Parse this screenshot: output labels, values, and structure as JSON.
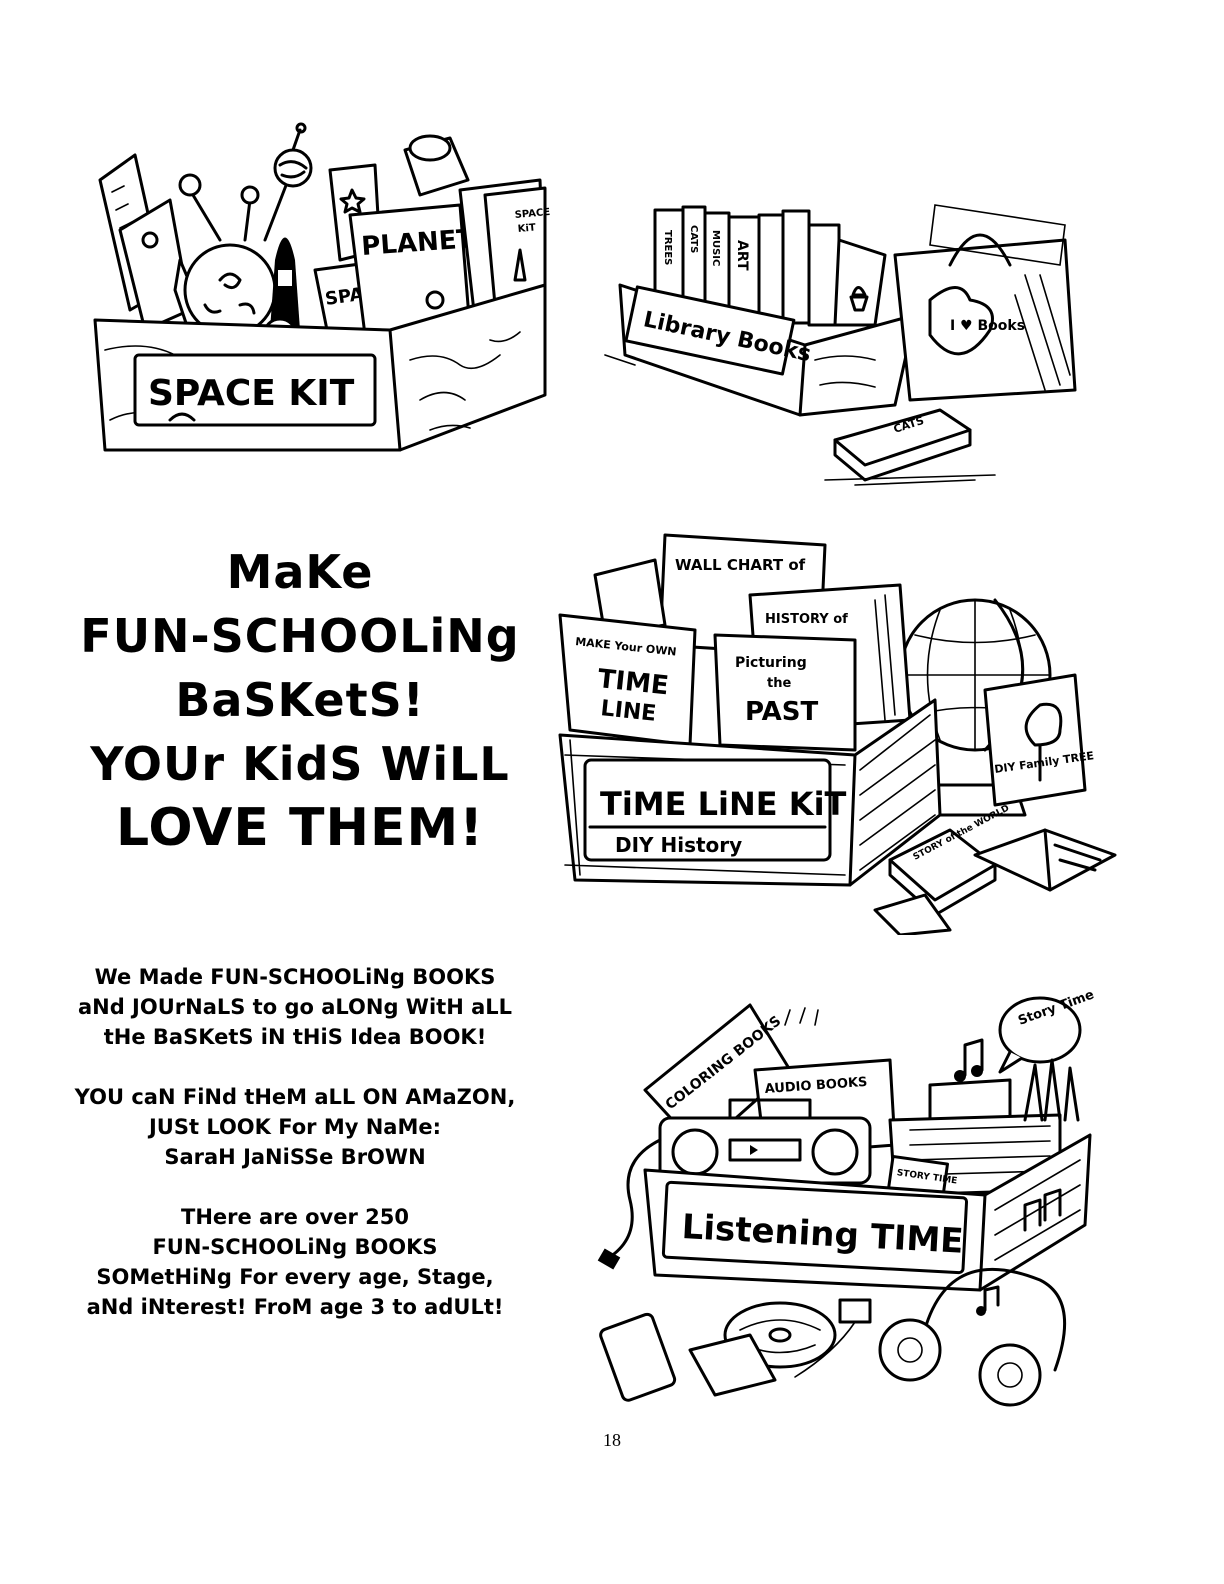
{
  "illustrations": {
    "space_kit": {
      "label": "SPACE KIT",
      "book_planet": "PLANET",
      "book_space": "SPACE",
      "book_space_kit_line1": "SPACE",
      "book_space_kit_line2": "KiT"
    },
    "library_books": {
      "label": "Library Books",
      "spine_1": "TREES",
      "spine_2": "CATS",
      "spine_3": "MUSIC",
      "spine_4": "ART",
      "bag_text": "I ♥ Books",
      "small_book": "CATS"
    },
    "time_line_kit": {
      "label_line1": "TiME LiNE KiT",
      "label_line2": "DIY History",
      "book_wall_chart": "WALL CHART of",
      "book_history": "HISTORY of",
      "book_make_line1": "MAKE Your OWN",
      "book_make_line2": "TIME",
      "book_make_line3": "LINE",
      "book_picturing_line1": "Picturing",
      "book_picturing_line2": "the",
      "book_picturing_line3": "PAST",
      "book_family_tree": "DIY Family TREE",
      "book_story_world": "STORY of the WORLD"
    },
    "listening_time": {
      "label": "Listening TIME",
      "book_coloring": "COLORING BOOKS",
      "book_audio": "AUDIO BOOKS",
      "card_story_time": "STORY TIME",
      "bubble_story_time": "Story Time"
    }
  },
  "headline": {
    "line1": "MaKe",
    "line2": "FUN-SCHOOLiNg",
    "line3": "BaSKetS!",
    "line4": "YOUr KidS WiLL",
    "line5": "LOVE THEM!"
  },
  "body": {
    "p1_line1": "We Made FUN-SCHOOLiNg BOOKS",
    "p1_line2": "aNd JOUrNaLS to go aLONg WitH aLL",
    "p1_line3": "tHe BaSKetS iN tHiS Idea BOOK!",
    "p2_line1": "YOU caN FiNd tHeM aLL ON AMaZON,",
    "p2_line2": "JUSt LOOK For My NaMe:",
    "p2_line3": "SaraH JaNiSSe BrOWN",
    "p3_line1": "THere are over 250",
    "p3_line2": "FUN-SCHOOLiNg BOOKS",
    "p3_line3": "SOMetHiNg For every age, Stage,",
    "p3_line4": "aNd iNterest! FroM age 3 to adULt!"
  },
  "footer": {
    "page_number": "18"
  }
}
